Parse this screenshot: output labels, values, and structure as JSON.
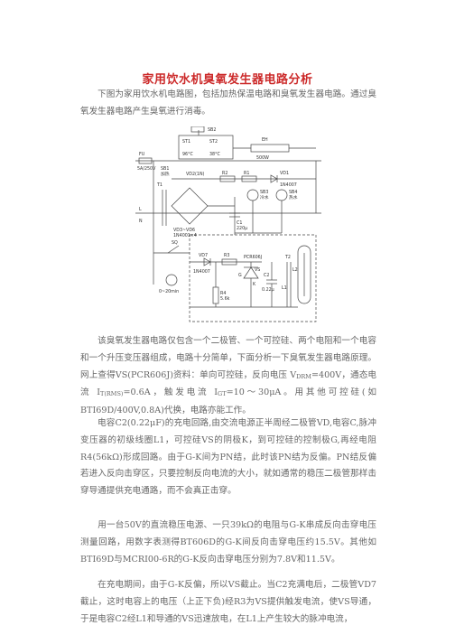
{
  "doc": {
    "title": "家用饮水机臭氧发生器电路分析",
    "intro": "下图为家用饮水机电路图，包括加热保温电路和臭氧发生器电路。通过臭氧发生器电路产生臭氧进行消毒。",
    "p1": {
      "a": "该臭氧发生器电路仅包含一个二极管、一个可控硅、两个电阻和一个电容和一个升压变压器组成，电路十分简单，下面分析一下臭氧发生器电路原理。网上查得VS(PCR606J)资料：单向可控硅，反向电压 V",
      "drm": "DRM",
      "b": "=400V，通态电流 I",
      "trms": "T(RMS)",
      "c": "=0.6A，触发电流 I",
      "gt": "GT",
      "d": "=10～30μA。用其他可控硅(如BTI69D/400V,0.8A)代换，电路亦能工作。"
    },
    "p2": "电容C2(0.22μF)的充电回路,由交流电源正半周经二极管VD,电容C,脉冲变压器的初级线圈L1，可控硅VS的阴极K，到可控硅的控制极G,再经电阻R4(56kΩ)形成回路。由于G-K间为PN结，此时该PN结为反偏。PN结反偏若进入反向击穿区，只要控制反向电流的大小，就如通常的稳压二极管那样击穿导通提供充电通路，而不会真正击穿。",
    "p3": "用一台50V的直流稳压电源、一只39kΩ的电阻与G-K串成反向击穿电压测量回路，用数字表测得BT606D的G-K间反向击穿电压约15.5V。其他如BTI69D与MCRI00-6R的G-K反向击穿电压分别为7.8V和11.5V。",
    "p4": "在充电期间，由于G-K反偏，所以VS截止。当C2充满电后，二极管VD7截止，这时电容上的电压（上正下负)经R3为VS提供触发电流，使VS导通，于是电容C2经L1和导通的VS迅速放电，在L1上产生较大的脉冲电流，"
  },
  "circuit": {
    "labels": {
      "fu": "FU",
      "fu_rating": "5A/250V",
      "sb2": "SB2",
      "st1": "ST1",
      "st2": "ST2",
      "t96": "96°C",
      "t38": "38°C",
      "eh": "EH",
      "eh_power": "500W",
      "sb1": "SB1",
      "heat": "加热",
      "vd2": "VD2(1N)",
      "r2": "R2",
      "r1": "R1",
      "vd1": "VD1",
      "vd1_part": "1N4007",
      "t1": "T1",
      "c1": "C1",
      "c1_val": "220μ",
      "vd3": "VD3~VD6",
      "vd3_part": "1N4001×4",
      "sb3": "SB3",
      "sb3_name": "冷水",
      "sb4": "SB4",
      "sb4_name": "热水",
      "l": "L",
      "n": "N",
      "sq": "SQ",
      "vd7": "VD7",
      "vd7_part": "1N4007",
      "r3": "R3",
      "r4": "R4",
      "r4_val": "5.6k",
      "vs": "VS",
      "vs_part": "PCR606J",
      "t2": "T2",
      "c2": "C2",
      "c2_val": "0.22μ",
      "l1": "L1",
      "l2": "L2",
      "timer": "0~20min",
      "g": "G",
      "k": "K"
    }
  }
}
